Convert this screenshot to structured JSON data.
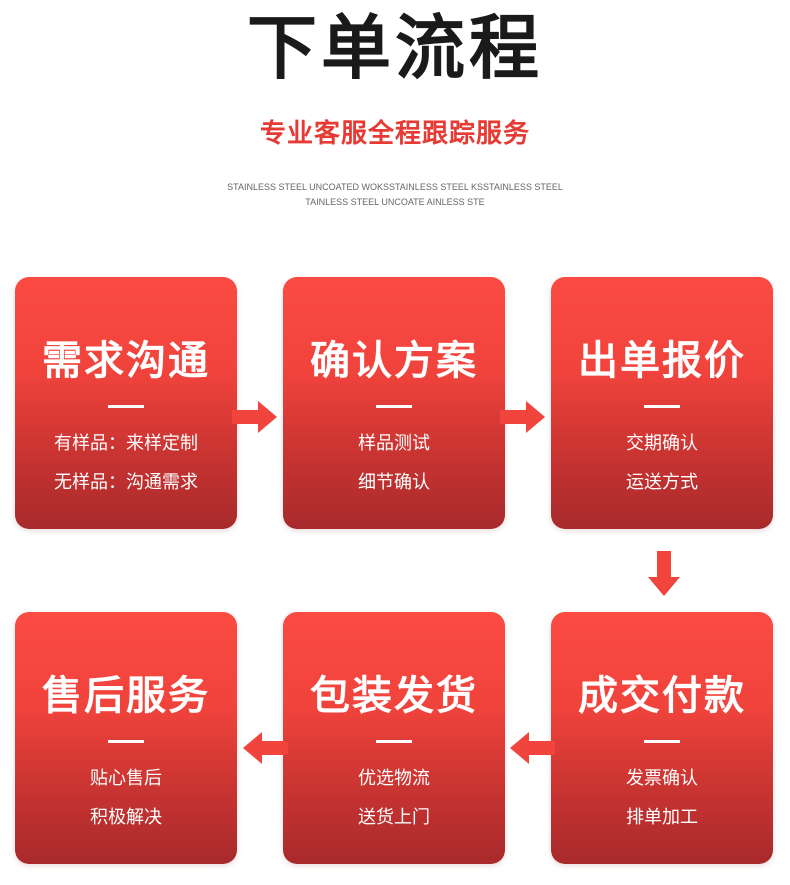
{
  "header": {
    "title": "下单流程",
    "subtitle": "专业客服全程跟踪服务",
    "english_line1": "STAINLESS STEEL UNCOATED WOKSSTAINLESS STEEL KSSTAINLESS STEEL",
    "english_line2": "TAINLESS STEEL UNCOATE AINLESS STE"
  },
  "steps": [
    {
      "title": "需求沟通",
      "line1": "有样品：来样定制",
      "line2": "无样品：沟通需求"
    },
    {
      "title": "确认方案",
      "line1": "样品测试",
      "line2": "细节确认"
    },
    {
      "title": "出单报价",
      "line1": "交期确认",
      "line2": "运送方式"
    },
    {
      "title": "成交付款",
      "line1": "发票确认",
      "line2": "排单加工"
    },
    {
      "title": "包装发货",
      "line1": "优选物流",
      "line2": "送货上门"
    },
    {
      "title": "售后服务",
      "line1": "贴心售后",
      "line2": "积极解决"
    }
  ],
  "colors": {
    "accent_red": "#e63a34",
    "card_top": "#fb4b43",
    "card_bottom": "#a82a2c",
    "title_dark": "#1a1a1a"
  },
  "icons": [
    "arrow-right-icon",
    "arrow-down-icon",
    "arrow-left-icon"
  ]
}
